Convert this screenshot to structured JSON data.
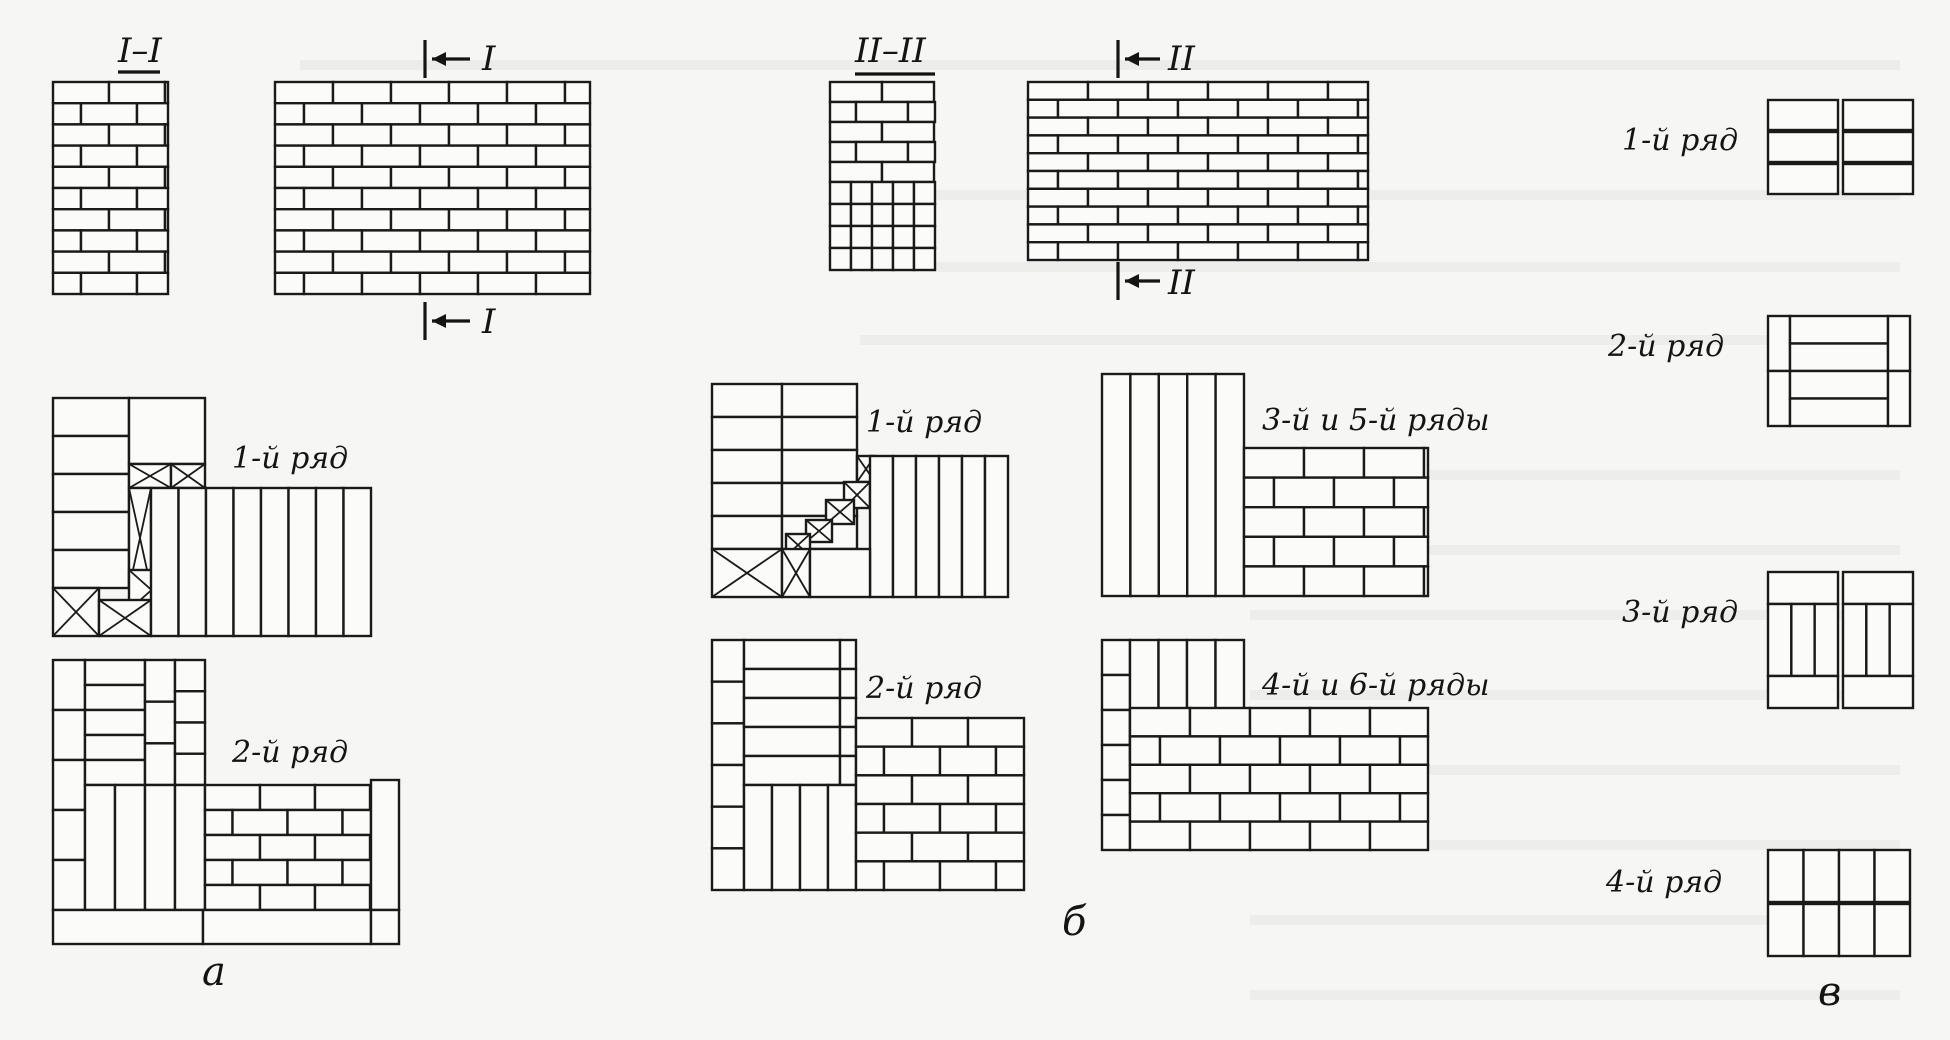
{
  "figure": {
    "panels": {
      "a": {
        "letter": "а",
        "section_label": "I–I",
        "cut_marks": [
          "I",
          "I"
        ],
        "rows": [
          "1-й ряд",
          "2-й ряд"
        ]
      },
      "b": {
        "letter": "б",
        "section_label": "II–II",
        "cut_marks": [
          "II",
          "II"
        ],
        "rows": [
          "1-й ряд",
          "2-й ряд",
          "3-й и 5-й ряды",
          "4-й и 6-й ряды"
        ]
      },
      "v": {
        "letter": "в",
        "rows": [
          "1-й ряд",
          "2-й ряд",
          "3-й ряд",
          "4-й ряд"
        ]
      }
    }
  }
}
